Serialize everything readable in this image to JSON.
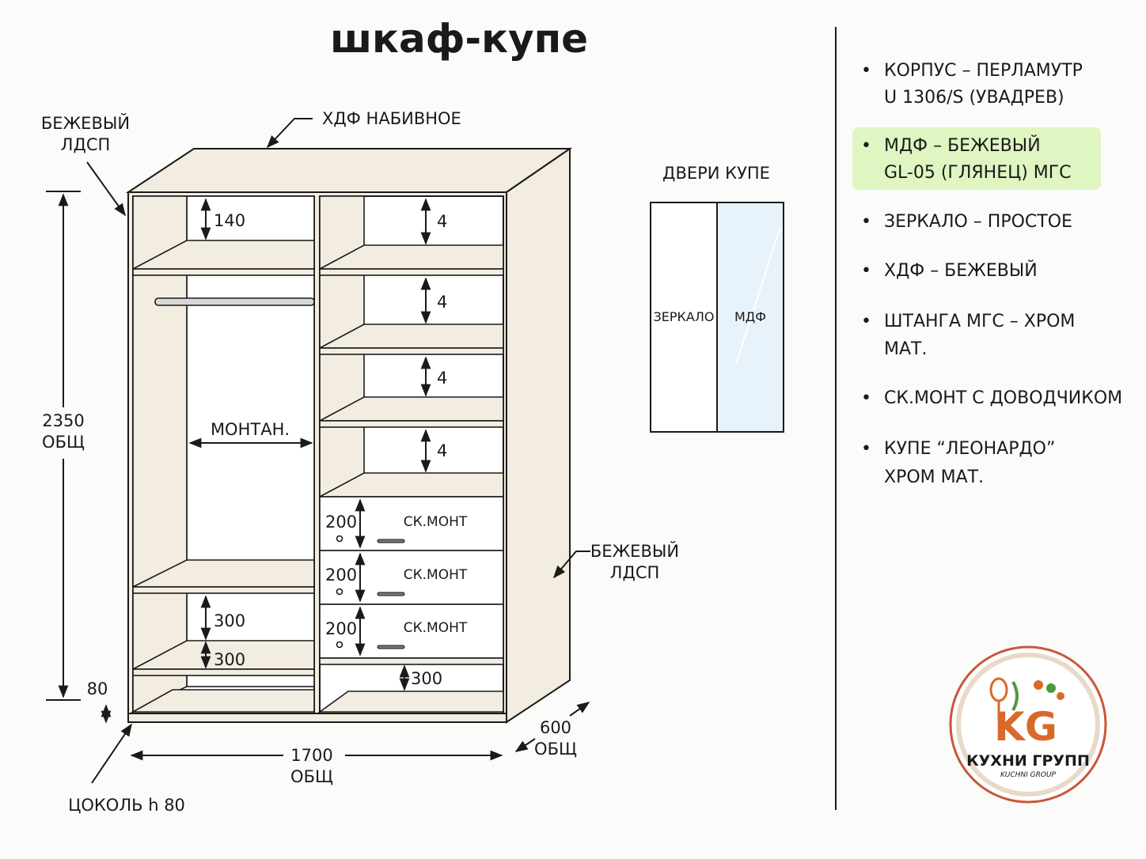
{
  "title": "шкаф-купе",
  "labels": {
    "ldsp_top_line1": "БЕЖЕВЫЙ",
    "ldsp_top_line2": "ЛДСП",
    "hdf": "ХДФ НАБИВНОЕ",
    "ldsp_side_line1": "БЕЖЕВЫЙ",
    "ldsp_side_line2": "ЛДСП",
    "plinth": "ЦОКОЛЬ h 80",
    "montan": "МОНТАН."
  },
  "dimensions": {
    "height_value": "2350",
    "height_unit": "ОБЩ",
    "width_value": "1700",
    "width_unit": "ОБЩ",
    "depth_value": "600",
    "depth_unit": "ОБЩ",
    "plinth_value": "80",
    "left_top": "140",
    "left_bottom_1": "300",
    "left_bottom_2": "300",
    "right_shelf_1": "4",
    "right_shelf_2": "4",
    "right_shelf_3": "4",
    "right_shelf_4": "4",
    "drawer_1": "200",
    "drawer_2": "200",
    "drawer_3": "200",
    "drawer_1_label": "СК.МОНТ",
    "drawer_2_label": "СК.МОНТ",
    "drawer_3_label": "СК.МОНТ",
    "right_bottom": "300"
  },
  "doors": {
    "title": "ДВЕРИ КУПЕ",
    "left_label": "ЗЕРКАЛО",
    "right_label": "МДФ"
  },
  "specs": [
    {
      "line1": "КОРПУС – ПЕРЛАМУТР",
      "line2": "U 1306/S (УВАДРЕВ)",
      "highlight": false
    },
    {
      "line1": "МДФ – БЕЖЕВЫЙ",
      "line2": "GL-05 (ГЛЯНЕЦ) МГС",
      "highlight": true
    },
    {
      "line1": "ЗЕРКАЛО – ПРОСТОЕ",
      "line2": "",
      "highlight": false
    },
    {
      "line1": "ХДФ – БЕЖЕВЫЙ",
      "line2": "",
      "highlight": false
    },
    {
      "line1": "ШТАНГА МГС – ХРОМ",
      "line2": "МАТ.",
      "highlight": false
    },
    {
      "line1": "СК.МОНТ С ДОВОДЧИКОМ",
      "line2": "",
      "highlight": false
    },
    {
      "line1": "КУПЕ “ЛЕОНАРДО”",
      "line2": "ХРОМ МАТ.",
      "highlight": false
    }
  ],
  "logo": {
    "initials": "KG",
    "name": "КУХНИ ГРУПП",
    "subname": "KUCHNI GROUP"
  },
  "colors": {
    "panel": "#f3ece1",
    "highlight": "#dff5c2",
    "mirror": "#e8f2fa",
    "logo_orange": "#d9692a",
    "logo_green": "#4f9a3a",
    "logo_ring": "#c9573a"
  }
}
